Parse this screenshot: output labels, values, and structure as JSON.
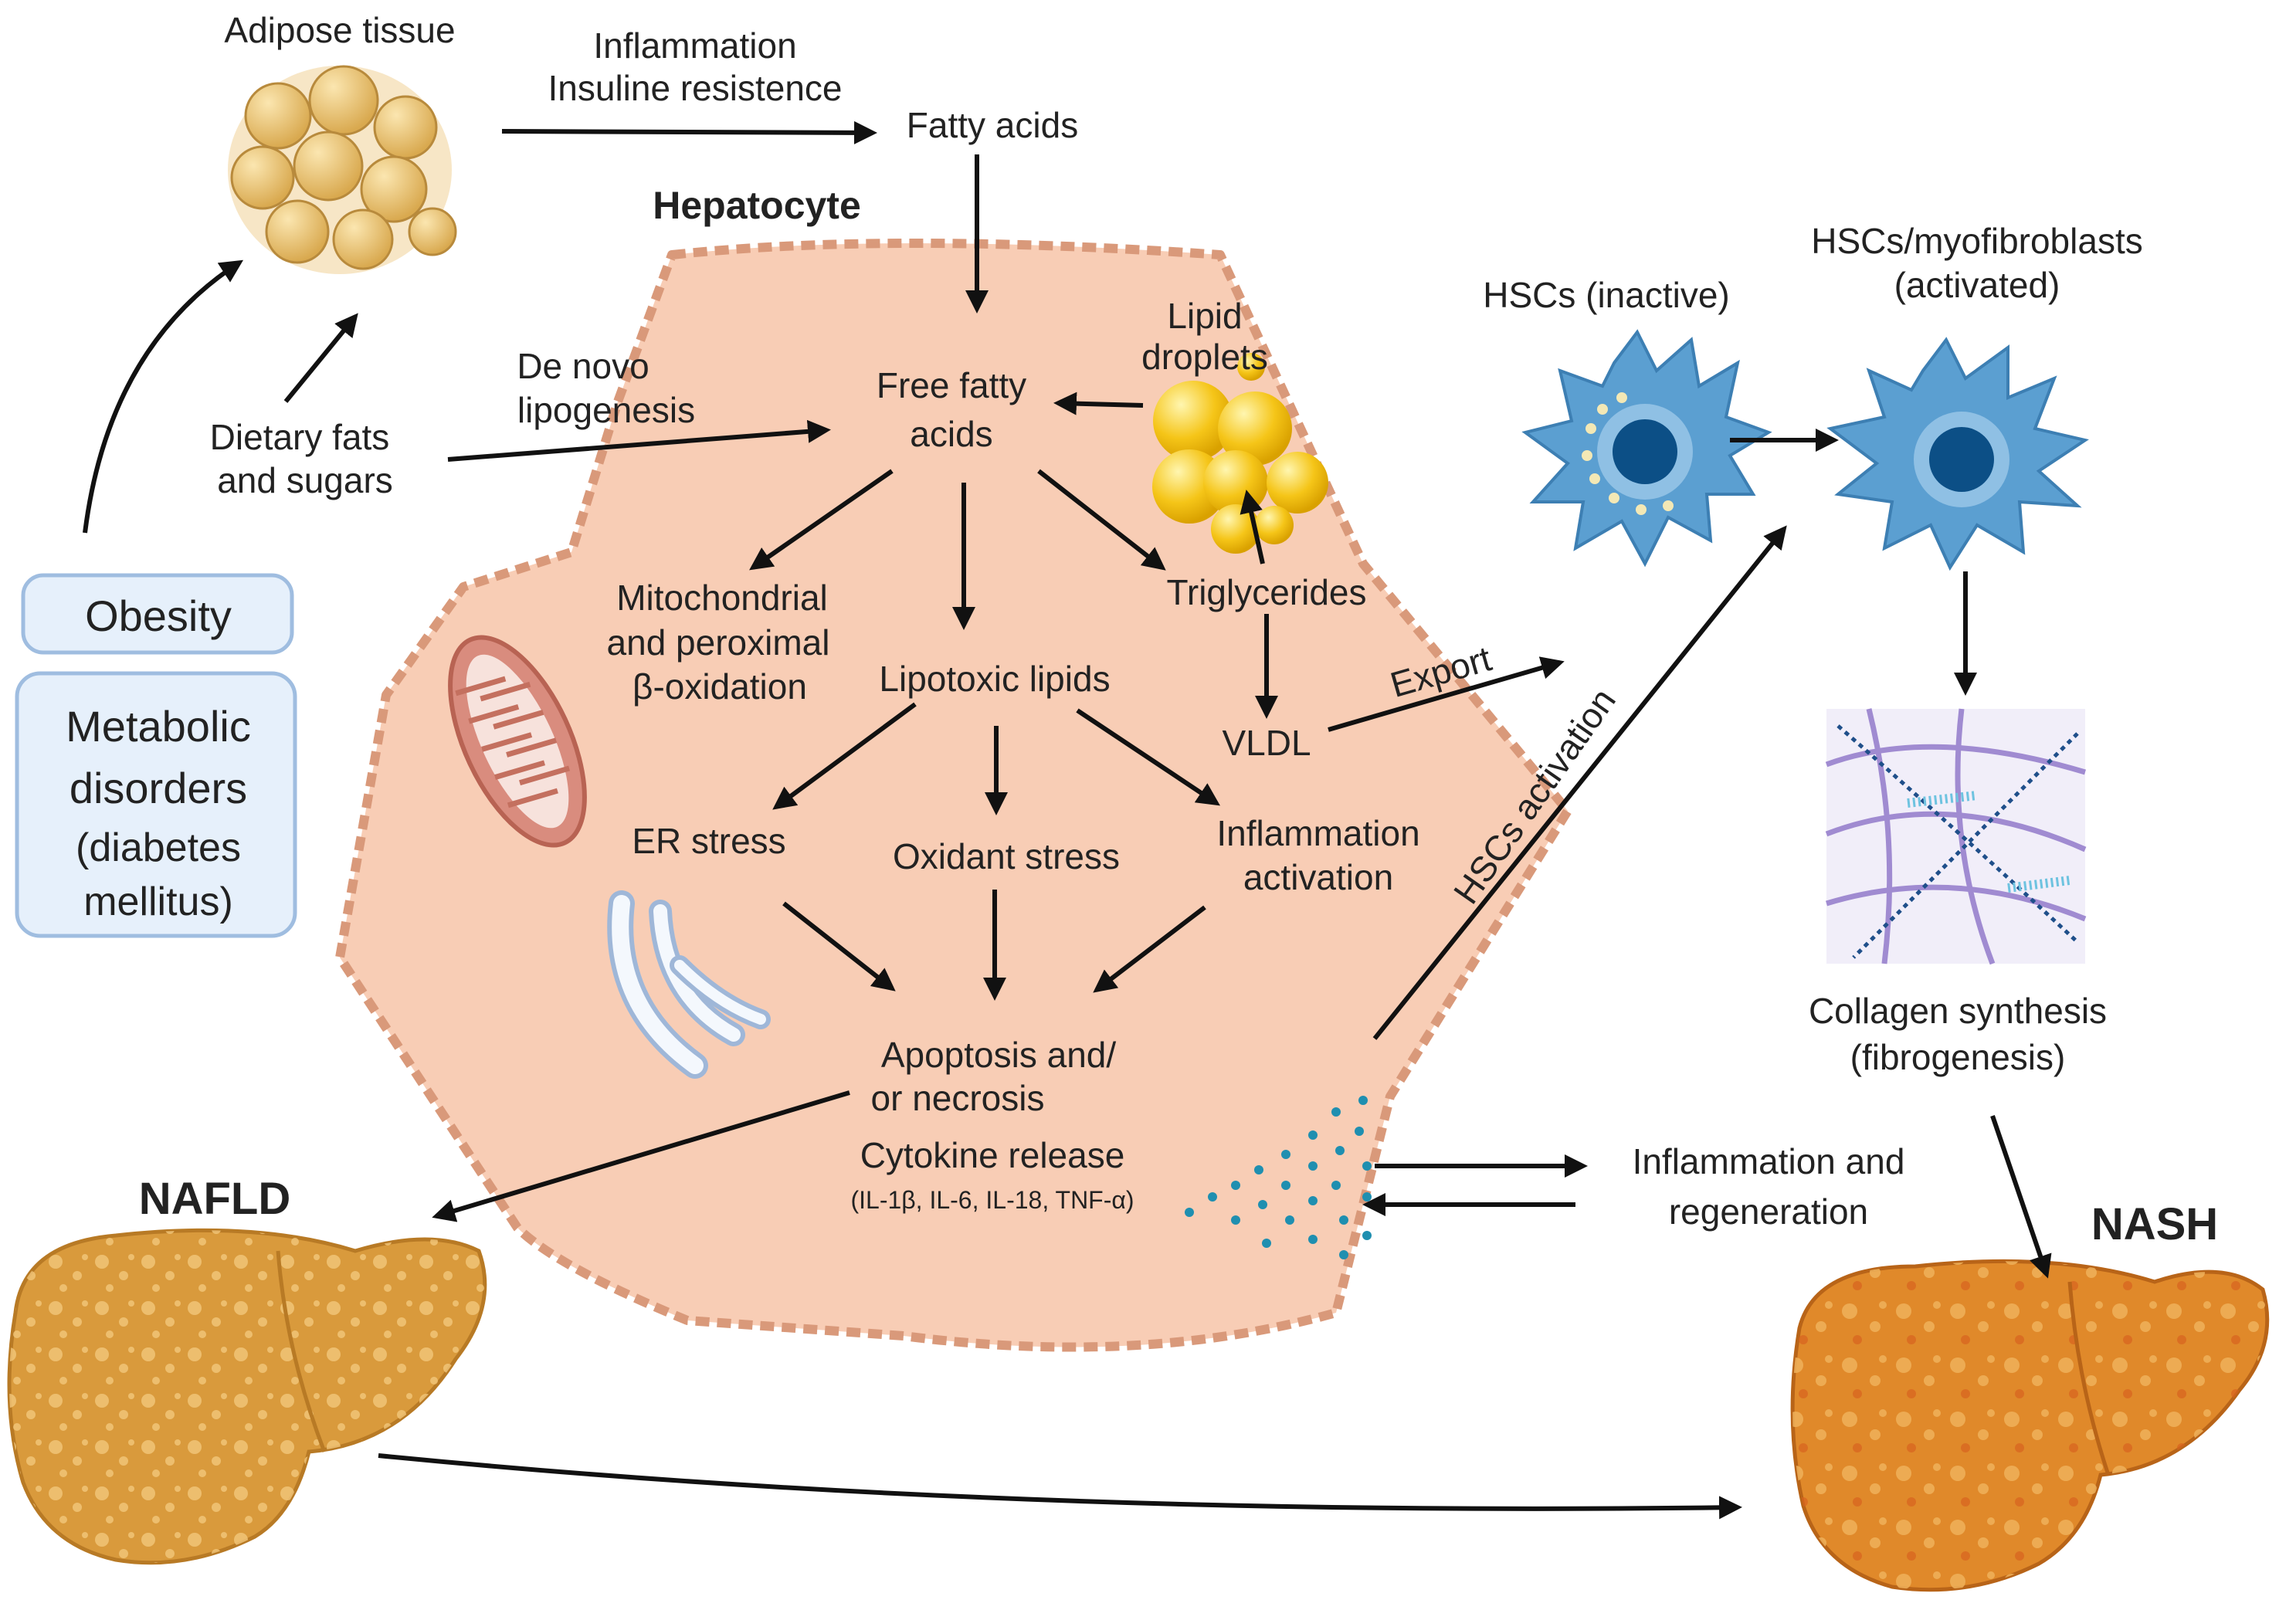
{
  "colors": {
    "hepatocyte_fill": "#f8cdb5",
    "hepatocyte_stroke": "#d9997a",
    "hsc_blue": "#5b9fd1",
    "nucleus": "#0c4f86",
    "lipid_yellow": "#f5c518",
    "adipose": "#e9c46a",
    "liver_nafld": "#d99a3c",
    "liver_nash": "#e0892a",
    "box_fill": "#e6f0fb",
    "box_stroke": "#9fbde0",
    "arrow": "#111111"
  },
  "icons": [
    "adipose-tissue-icon",
    "lipid-droplets-icon",
    "mitochondrion-icon",
    "endoplasmic-reticulum-icon",
    "hsc-inactive-icon",
    "hsc-activated-icon",
    "collagen-fibers-icon",
    "cytokine-dots-icon",
    "nafld-liver-icon",
    "nash-liver-icon"
  ],
  "labels": {
    "adipose_tissue": "Adipose tissue",
    "inflammation_line1": "Inflammation",
    "inflammation_line2": "Insuline resistence",
    "fatty_acids": "Fatty acids",
    "hepatocyte": "Hepatocyte",
    "lipid_line1": "Lipid",
    "lipid_line2": "droplets",
    "de_novo_line1": "De novo",
    "de_novo_line2": "lipogenesis",
    "free_fatty_line1": "Free fatty",
    "free_fatty_line2": "acids",
    "dietary_line1": "Dietary fats",
    "dietary_line2": "and sugars",
    "obesity": "Obesity",
    "metabolic_line1": "Metabolic",
    "metabolic_line2": "disorders",
    "metabolic_line3": "(diabetes",
    "metabolic_line4": "mellitus)",
    "mito_line1": "Mitochondrial",
    "mito_line2": "and peroximal",
    "mito_line3": "β-oxidation",
    "triglycerides": "Triglycerides",
    "lipotoxic": "Lipotoxic lipids",
    "vldl": "VLDL",
    "export": "Export",
    "er_stress": "ER stress",
    "oxidant_stress": "Oxidant stress",
    "inflam_act_line1": "Inflammation",
    "inflam_act_line2": "activation",
    "apoptosis_line1": "Apoptosis and/",
    "apoptosis_line2": "or necrosis",
    "cytokine": "Cytokine release",
    "cytokine_list": "(IL-1β, IL-6, IL-18, TNF-α)",
    "hscs_activation": "HSCs activation",
    "hscs_inactive": "HSCs (inactive)",
    "hscs_myo_line1": "HSCs/myofibroblasts",
    "hscs_myo_line2": "(activated)",
    "collagen_line1": "Collagen synthesis",
    "collagen_line2": "(fibrogenesis)",
    "inflam_regen_line1": "Inflammation and",
    "inflam_regen_line2": "regeneration",
    "nafld": "NAFLD",
    "nash": "NASH"
  }
}
